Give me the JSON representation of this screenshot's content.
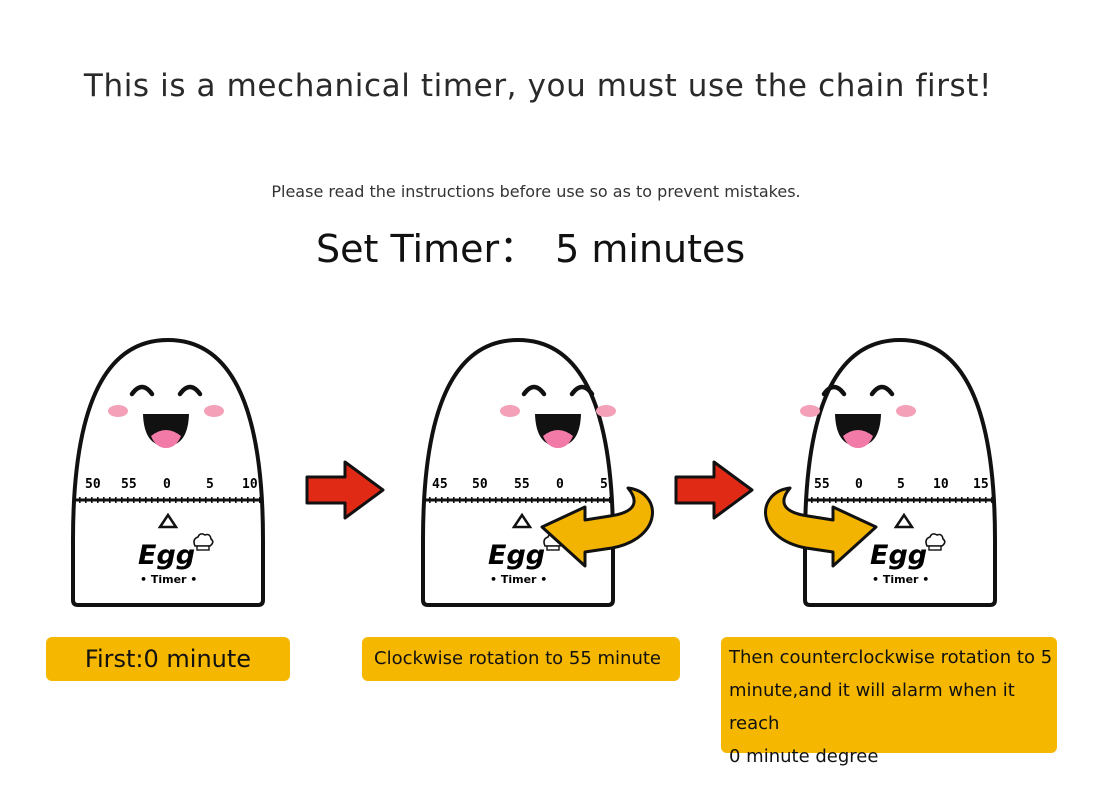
{
  "headline": "This is a mechanical timer, you must use the chain first!",
  "subline": "Please read the instructions before use so as to prevent mistakes.",
  "set_timer": {
    "label": "Set Timer：",
    "value": "5 minutes"
  },
  "brand": {
    "name": "Egg",
    "sub": "• Timer •"
  },
  "timers": [
    {
      "dial_numbers": [
        "50",
        "55",
        "0",
        "5",
        "10"
      ]
    },
    {
      "dial_numbers": [
        "45",
        "50",
        "55",
        "0",
        "5"
      ]
    },
    {
      "dial_numbers": [
        "55",
        "0",
        "5",
        "10",
        "15"
      ]
    }
  ],
  "steps": [
    {
      "text": "First:0 minute"
    },
    {
      "text": "Clockwise rotation  to 55 minute"
    },
    {
      "text": "Then counterclockwise rotation  to 5\nminute,and it will alarm when it reach\n0 minute degree"
    }
  ],
  "colors": {
    "label_bg": "#f5b700",
    "arrow_red": "#e02a16",
    "arrow_gold": "#f2b400",
    "cheek": "#f4a0b8",
    "tongue": "#f27aa6"
  },
  "icons": [
    "right-arrow-icon",
    "curved-arrow-icon",
    "triangle-marker-icon",
    "chef-hat-icon"
  ]
}
